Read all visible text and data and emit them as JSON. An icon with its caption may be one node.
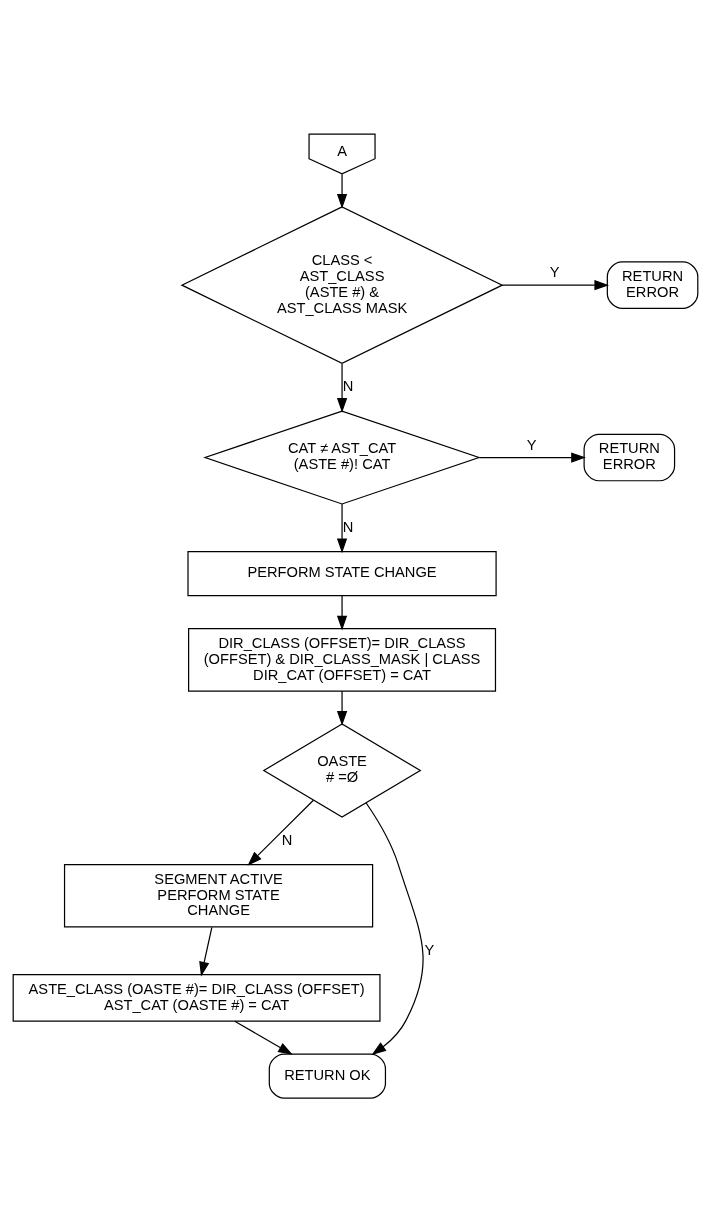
{
  "diagram": {
    "nodes": [
      {
        "text": [
          "A"
        ]
      },
      {
        "text": [
          "CLASS < AST_CLASS (ASTE #) & AST_CLASS MASK"
        ]
      },
      {
        "text": [
          "RETURN ERROR"
        ]
      },
      {
        "text": [
          "CAT ≠ AST_CAT (ASTE #)! CAT"
        ]
      },
      {
        "text": [
          "RETURN ERROR"
        ]
      },
      {
        "text": [
          "PERFORM STATE CHANGE"
        ]
      },
      {
        "text": [
          "DIR_CLASS (OFFSET)= DIR_CLASS (OFFSET) & DIR_CLASS_MASK | CLASS",
          "DIR_CAT (OFFSET) = CAT"
        ]
      },
      {
        "text": [
          "OASTE # =Ø"
        ]
      },
      {
        "text": [
          "SEGMENT ACTIVE PERFORM STATE CHANGE"
        ]
      },
      {
        "text": [
          "ASTE_CLASS (OASTE #)= DIR_CLASS (OFFSET)",
          "AST_CAT (OASTE #) = CAT"
        ]
      },
      {
        "text": [
          "RETURN OK"
        ]
      }
    ],
    "edges": [
      {
        "from": 0,
        "to": 1,
        "arrow": "to"
      },
      {
        "from": 1,
        "to": 2,
        "arrow": "to",
        "label": "Y"
      },
      {
        "from": 1,
        "to": 3,
        "arrow": "to",
        "label": "N"
      },
      {
        "from": 3,
        "to": 4,
        "arrow": "to",
        "label": "Y"
      },
      {
        "from": 3,
        "to": 5,
        "arrow": "to",
        "label": "N"
      },
      {
        "from": 5,
        "to": 6,
        "arrow": "to"
      },
      {
        "from": 6,
        "to": 7,
        "arrow": "to"
      },
      {
        "from": 7,
        "to": 10,
        "arrow": "to",
        "label": "Y"
      },
      {
        "from": 7,
        "to": 8,
        "arrow": "to",
        "label": "N"
      },
      {
        "from": 8,
        "to": 9,
        "arrow": "to"
      },
      {
        "from": 9,
        "to": 10,
        "arrow": "to"
      }
    ]
  }
}
